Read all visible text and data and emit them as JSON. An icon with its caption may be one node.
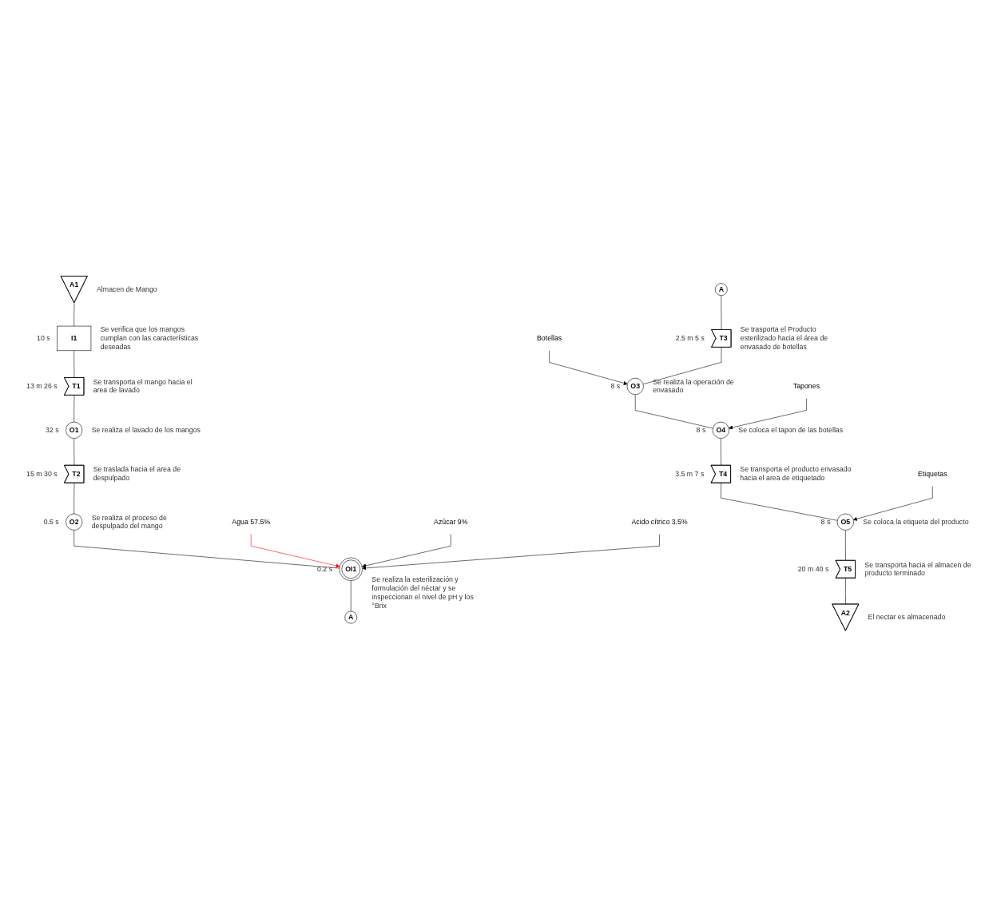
{
  "diagram": {
    "nodes": [
      {
        "text": [
          "A1"
        ],
        "beside": [
          "Almacen de Mango"
        ]
      },
      {
        "text": [
          "I1"
        ],
        "beside": [
          "10 s",
          "Se verifica que los mangos cumplan con las características deseadas"
        ]
      },
      {
        "text": [
          "T1"
        ],
        "beside": [
          "13 m 26 s",
          "Se transporta el mango hacia el area de lavado"
        ]
      },
      {
        "text": [
          "O1"
        ],
        "beside": [
          "32 s",
          "Se realiza el lavado de los mangos"
        ]
      },
      {
        "text": [
          "T2"
        ],
        "beside": [
          "15 m 30 s",
          "Se traslada hacia el area de despulpado"
        ]
      },
      {
        "text": [
          "O2"
        ],
        "beside": [
          "0.5 s",
          "Se realiza el proceso de despulpado del mango"
        ]
      },
      {
        "text": [
          "Agua 57.5%"
        ]
      },
      {
        "text": [
          "Azúcar 9%"
        ]
      },
      {
        "text": [
          "Acido cítrico 3.5%"
        ]
      },
      {
        "text": [
          "OI1"
        ],
        "beside": [
          "0.2 s",
          "Se realiza la esterilización y formulación del néctar y se inspeccionan el nivel de pH y los °Brix"
        ]
      },
      {
        "text": [
          "A"
        ]
      },
      {
        "text": [
          "A"
        ]
      },
      {
        "text": [
          "T3"
        ],
        "beside": [
          "2.5 m 5 s",
          "Se trasporta el Producto esterilizado hacia el área de envasado de botellas"
        ]
      },
      {
        "text": [
          "Botellas"
        ]
      },
      {
        "text": [
          "O3"
        ],
        "beside": [
          "8 s",
          "Se realiza la operación de envasado"
        ]
      },
      {
        "text": [
          "Tapones"
        ]
      },
      {
        "text": [
          "O4"
        ],
        "beside": [
          "8 s",
          "Se coloca el tapon de las botellas"
        ]
      },
      {
        "text": [
          "T4"
        ],
        "beside": [
          "3.5 m 7 s",
          "Se transporta el producto envasado hacia el area de etiquetado"
        ]
      },
      {
        "text": [
          "Etiquetas"
        ]
      },
      {
        "text": [
          "O5"
        ],
        "beside": [
          "8 s",
          "Se coloca la etiqueta del producto"
        ]
      },
      {
        "text": [
          "T5"
        ],
        "beside": [
          "20 m 40 s",
          "Se transporta hacia el almacen de producto terminado"
        ]
      },
      {
        "text": [
          "A2"
        ],
        "beside": [
          "El nectar es almacenado"
        ]
      }
    ],
    "edges": [
      {
        "from": 0,
        "to": 1,
        "arrow": "none"
      },
      {
        "from": 1,
        "to": 2,
        "arrow": "none"
      },
      {
        "from": 2,
        "to": 3,
        "arrow": "none"
      },
      {
        "from": 3,
        "to": 4,
        "arrow": "none"
      },
      {
        "from": 4,
        "to": 5,
        "arrow": "none"
      },
      {
        "from": 5,
        "to": 9,
        "arrow": "none"
      },
      {
        "from": 6,
        "to": 9,
        "arrow": "to",
        "color": "#ff0000"
      },
      {
        "from": 7,
        "to": 9,
        "arrow": "to"
      },
      {
        "from": 8,
        "to": 9,
        "arrow": "to"
      },
      {
        "from": 9,
        "to": 10,
        "arrow": "none"
      },
      {
        "from": 11,
        "to": 12,
        "arrow": "none"
      },
      {
        "from": 13,
        "to": 14,
        "arrow": "to"
      },
      {
        "from": 12,
        "to": 14,
        "arrow": "none"
      },
      {
        "from": 14,
        "to": 16,
        "arrow": "none"
      },
      {
        "from": 15,
        "to": 16,
        "arrow": "to"
      },
      {
        "from": 16,
        "to": 17,
        "arrow": "none"
      },
      {
        "from": 17,
        "to": 19,
        "arrow": "none"
      },
      {
        "from": 18,
        "to": 19,
        "arrow": "to"
      },
      {
        "from": 19,
        "to": 20,
        "arrow": "none"
      },
      {
        "from": 20,
        "to": 21,
        "arrow": "none"
      }
    ]
  }
}
